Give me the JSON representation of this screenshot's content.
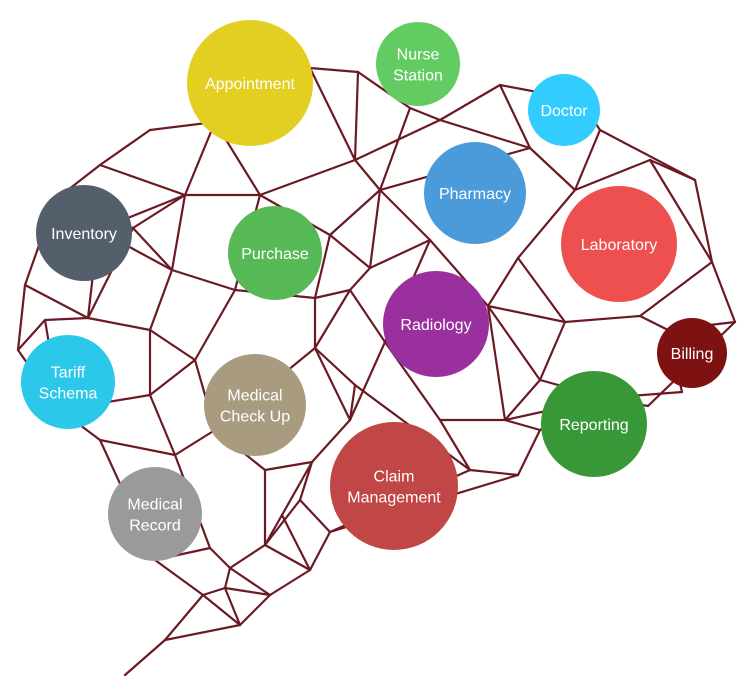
{
  "diagram": {
    "edge_color": "#6b1a24",
    "nodes": [
      {
        "id": "appointment",
        "lines": [
          "Appointment"
        ],
        "color": "#e3cf22"
      },
      {
        "id": "nurse-station",
        "lines": [
          "Nurse",
          "Station"
        ],
        "color": "#62cc62"
      },
      {
        "id": "doctor",
        "lines": [
          "Doctor"
        ],
        "color": "#33ccff"
      },
      {
        "id": "inventory",
        "lines": [
          "Inventory"
        ],
        "color": "#545f6c"
      },
      {
        "id": "purchase",
        "lines": [
          "Purchase"
        ],
        "color": "#56b956"
      },
      {
        "id": "pharmacy",
        "lines": [
          "Pharmacy"
        ],
        "color": "#4b9bdb"
      },
      {
        "id": "laboratory",
        "lines": [
          "Laboratory"
        ],
        "color": "#ee4f4f"
      },
      {
        "id": "radiology",
        "lines": [
          "Radiology"
        ],
        "color": "#9a2f9e"
      },
      {
        "id": "billing",
        "lines": [
          "Billing"
        ],
        "color": "#7e1212"
      },
      {
        "id": "tariff-schema",
        "lines": [
          "Tariff",
          "Schema"
        ],
        "color": "#2bc8ea"
      },
      {
        "id": "medical-check-up",
        "lines": [
          "Medical",
          "Check Up"
        ],
        "color": "#a99b7f"
      },
      {
        "id": "reporting",
        "lines": [
          "Reporting"
        ],
        "color": "#389838"
      },
      {
        "id": "claim-management",
        "lines": [
          "Claim",
          "Management"
        ],
        "color": "#c14646"
      },
      {
        "id": "medical-record",
        "lines": [
          "Medical",
          "Record"
        ],
        "color": "#9a9a9a"
      }
    ]
  }
}
